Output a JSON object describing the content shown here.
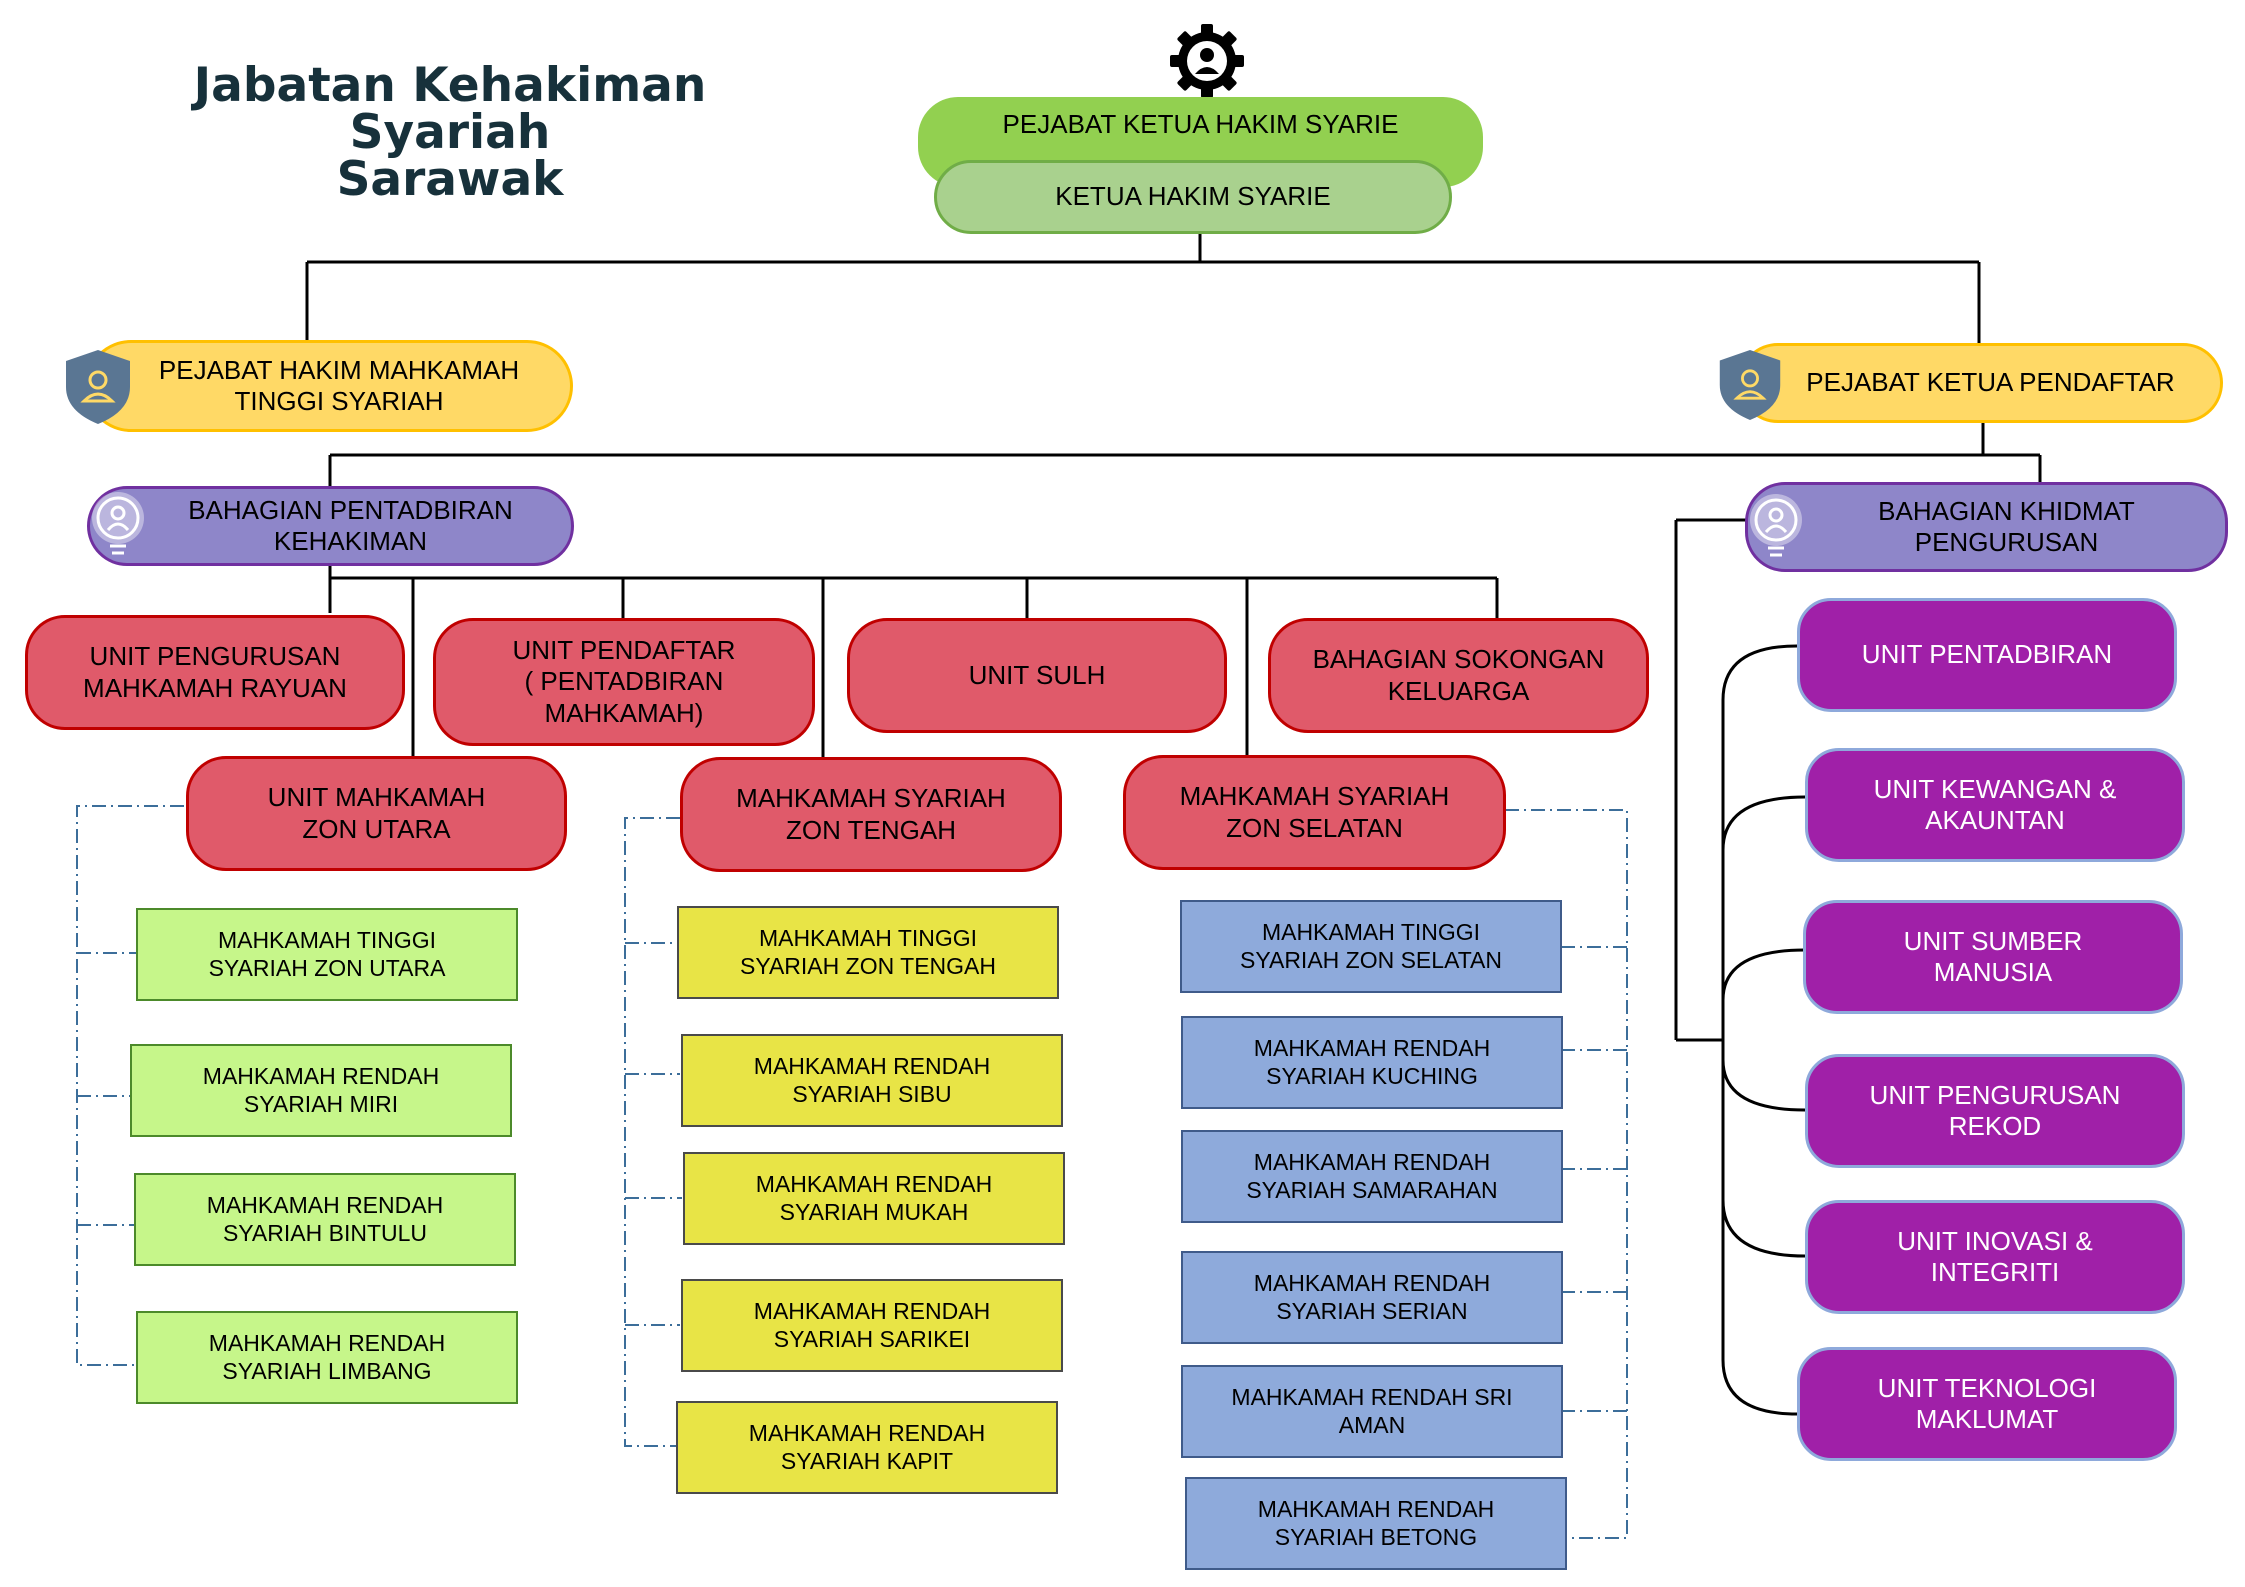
{
  "title": {
    "line1": "Jabatan Kehakiman Syariah",
    "line2": "Sarawak"
  },
  "top": {
    "office": "PEJABAT KETUA HAKIM SYARIE",
    "head": "KETUA HAKIM SYARIE"
  },
  "left_office": "PEJABAT HAKIM MAHKAMAH\nTINGGI SYARIAH",
  "right_office": "PEJABAT KETUA PENDAFTAR",
  "admin_division": "BAHAGIAN PENTADBIRAN\nKEHAKIMAN",
  "mgmt_division": "BAHAGIAN KHIDMAT\nPENGURUSAN",
  "units": [
    "UNIT PENGURUSAN\nMAHKAMAH RAYUAN",
    "UNIT PENDAFTAR\n( PENTADBIRAN\nMAHKAMAH)",
    "UNIT SULH",
    "BAHAGIAN SOKONGAN\nKELUARGA"
  ],
  "zones": [
    "UNIT MAHKAMAH\nZON UTARA",
    "MAHKAMAH SYARIAH\nZON TENGAH",
    "MAHKAMAH SYARIAH\nZON SELATAN"
  ],
  "courts_utara": [
    "MAHKAMAH TINGGI\nSYARIAH ZON UTARA",
    "MAHKAMAH RENDAH\nSYARIAH MIRI",
    "MAHKAMAH RENDAH\nSYARIAH BINTULU",
    "MAHKAMAH RENDAH\nSYARIAH LIMBANG"
  ],
  "courts_tengah": [
    "MAHKAMAH TINGGI\nSYARIAH ZON TENGAH",
    "MAHKAMAH RENDAH\nSYARIAH SIBU",
    "MAHKAMAH RENDAH\nSYARIAH MUKAH",
    "MAHKAMAH RENDAH\nSYARIAH SARIKEI",
    "MAHKAMAH RENDAH\nSYARIAH KAPIT"
  ],
  "courts_selatan": [
    "MAHKAMAH TINGGI\nSYARIAH ZON SELATAN",
    "MAHKAMAH RENDAH\nSYARIAH KUCHING",
    "MAHKAMAH RENDAH\nSYARIAH SAMARAHAN",
    "MAHKAMAH RENDAH\nSYARIAH SERIAN",
    "MAHKAMAH RENDAH SRI\nAMAN",
    "MAHKAMAH RENDAH\nSYARIAH BETONG"
  ],
  "mgmt_units": [
    "UNIT PENTADBIRAN",
    "UNIT KEWANGAN &\nAKAUNTAN",
    "UNIT SUMBER\nMANUSIA",
    "UNIT PENGURUSAN\nREKOD",
    "UNIT INOVASI &\nINTEGRITI",
    "UNIT TEKNOLOGI\nMAKLUMAT"
  ],
  "colors": {
    "green_top": "#92d050",
    "green": "#a9d18e",
    "yellow": "#ffd966",
    "purple": "#8e86c9",
    "red": "#e05a6a",
    "magenta": "#a020a8",
    "court_green": "#c6f68a",
    "court_yellow": "#e8e446",
    "court_blue": "#8eaadb"
  },
  "icons": [
    "gear-person-icon",
    "shield-person-icon",
    "lightbulb-person-icon"
  ]
}
